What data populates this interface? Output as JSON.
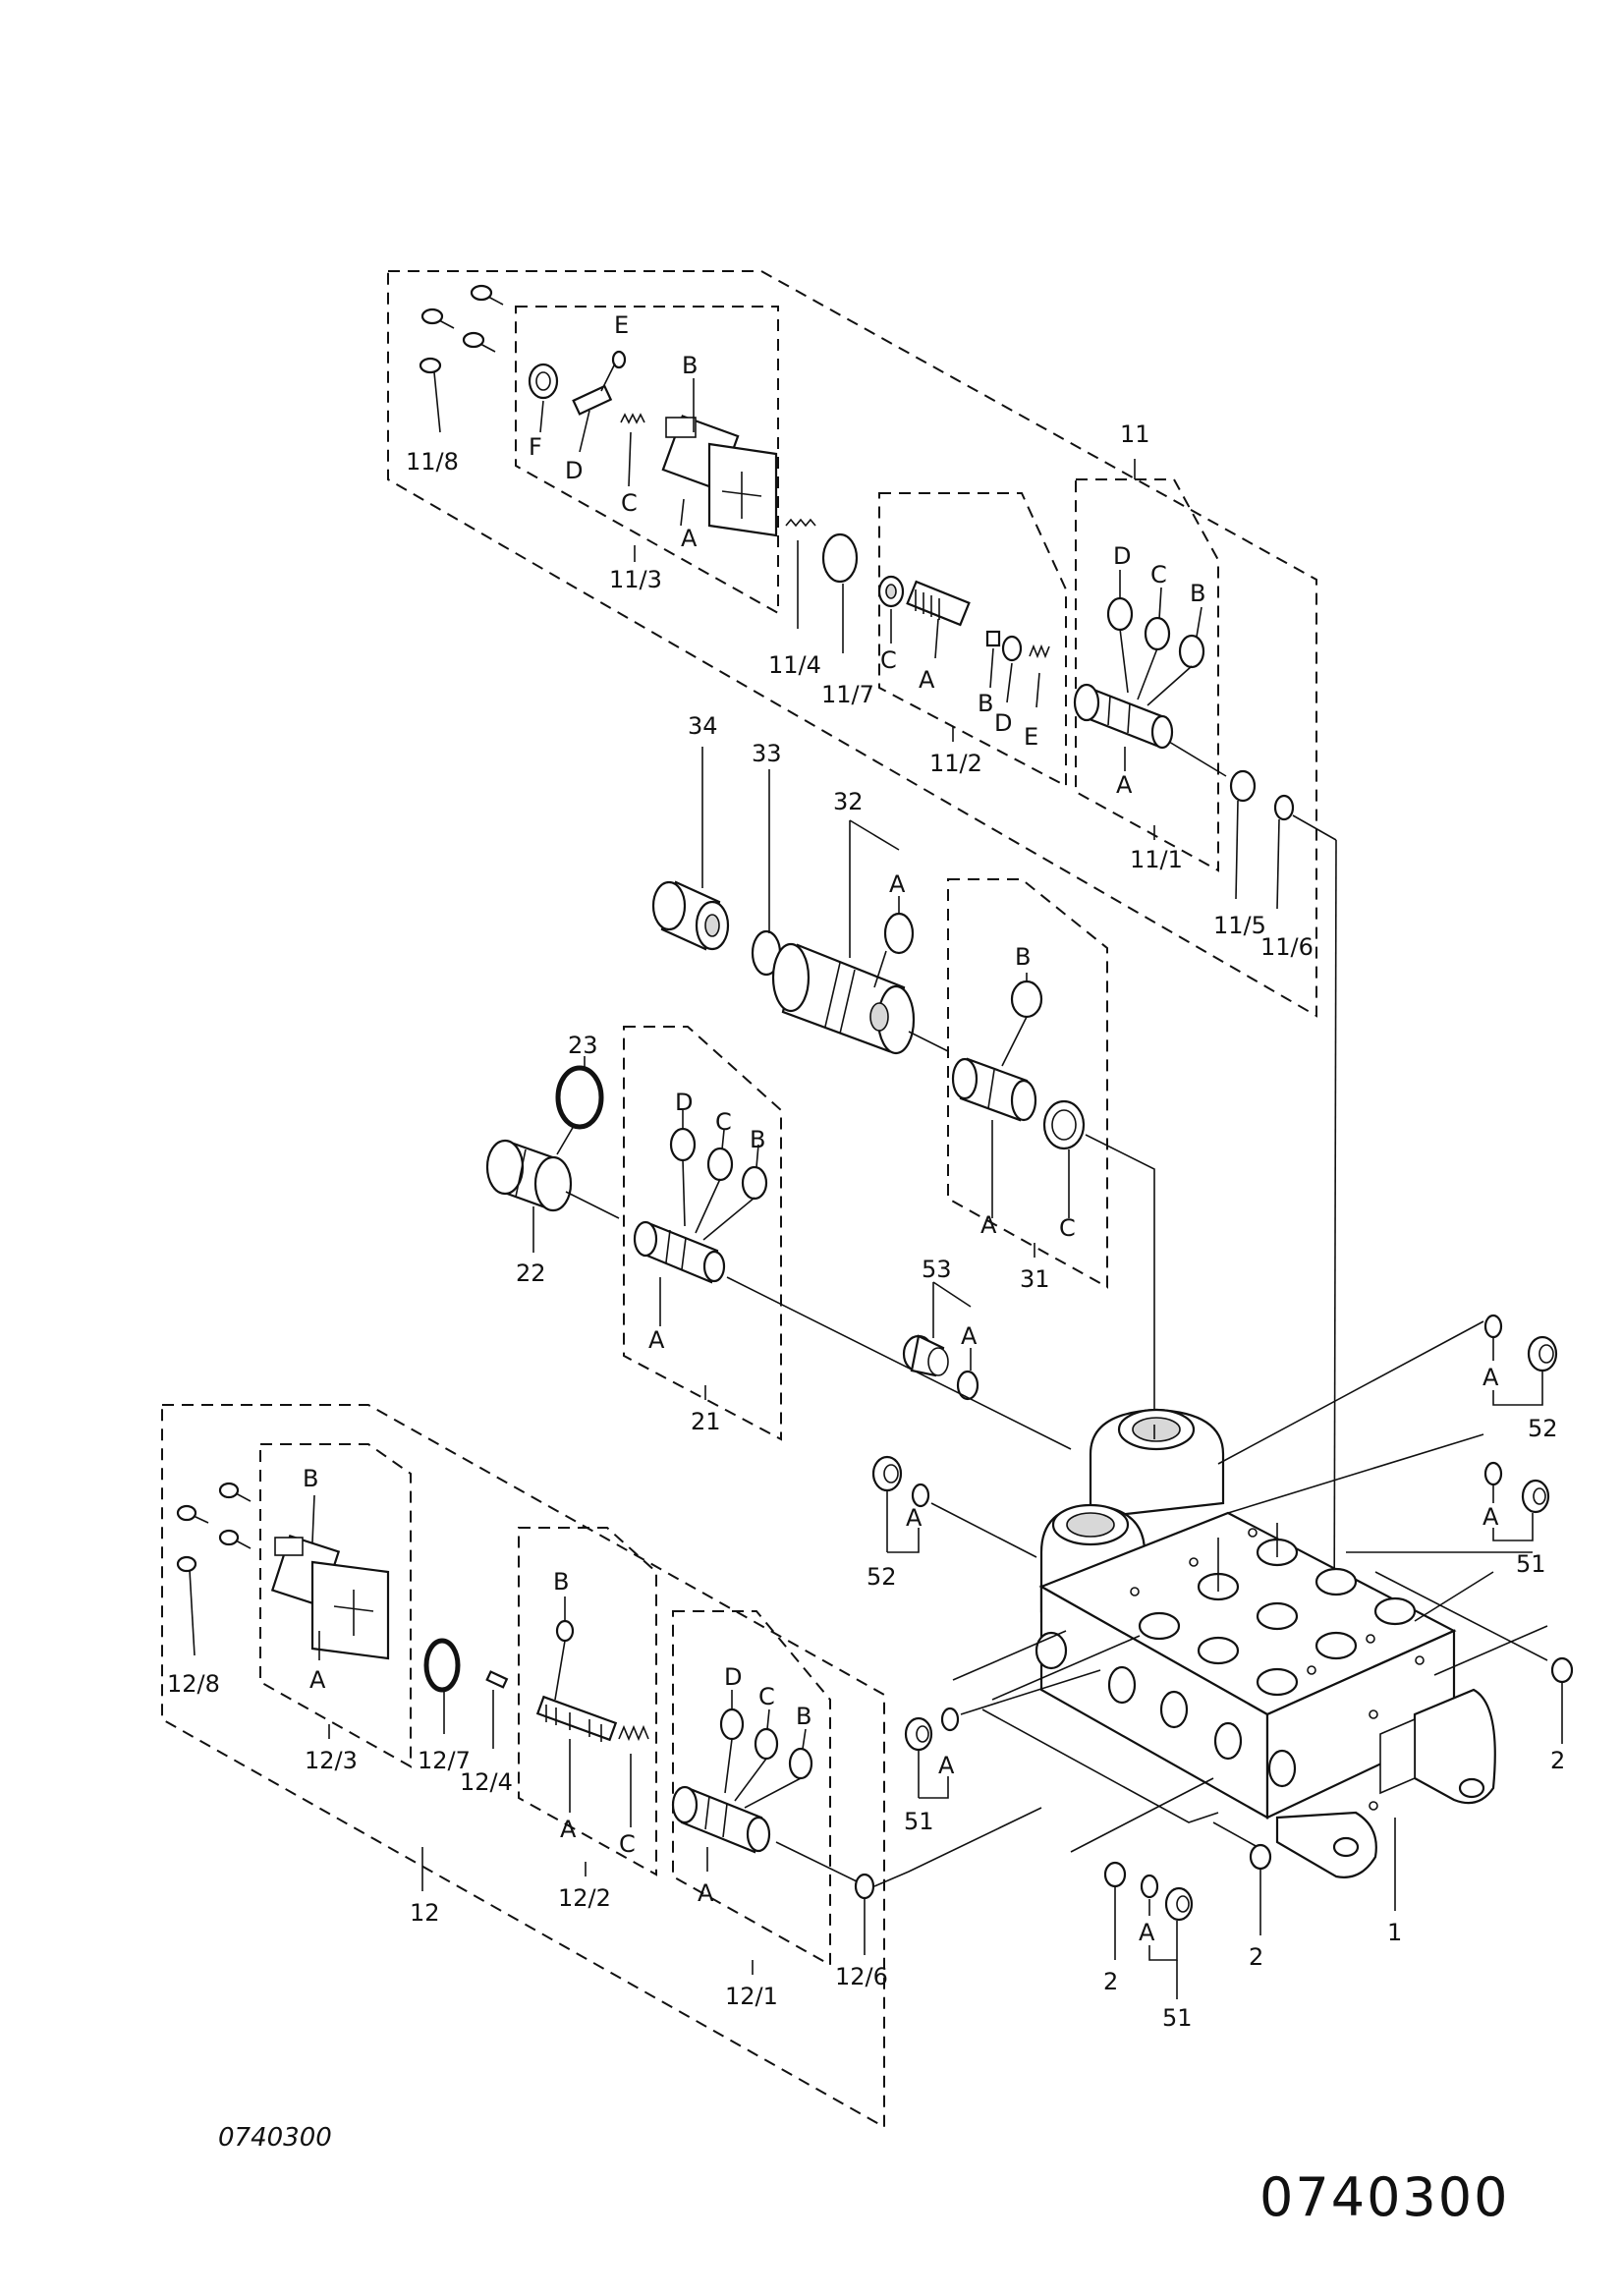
{
  "drawing_number_small": "0740300",
  "drawing_number_large": "0740300",
  "labels": {
    "g11": "11",
    "g11_1": "11/1",
    "g11_2": "11/2",
    "g11_3": "11/3",
    "g11_4": "11/4",
    "g11_5": "11/5",
    "g11_6": "11/6",
    "g11_7": "11/7",
    "g11_8": "11/8",
    "g12": "12",
    "g12_1": "12/1",
    "g12_2": "12/2",
    "g12_3": "12/3",
    "g12_4": "12/4",
    "g12_6": "12/6",
    "g12_7": "12/7",
    "g12_8": "12/8",
    "p1": "1",
    "p2": "2",
    "p21": "21",
    "p22": "22",
    "p23": "23",
    "p31": "31",
    "p32": "32",
    "p33": "33",
    "p34": "34",
    "p51": "51",
    "p52": "52",
    "p53": "53",
    "A": "A",
    "B": "B",
    "C": "C",
    "D": "D",
    "E": "E",
    "F": "F"
  }
}
